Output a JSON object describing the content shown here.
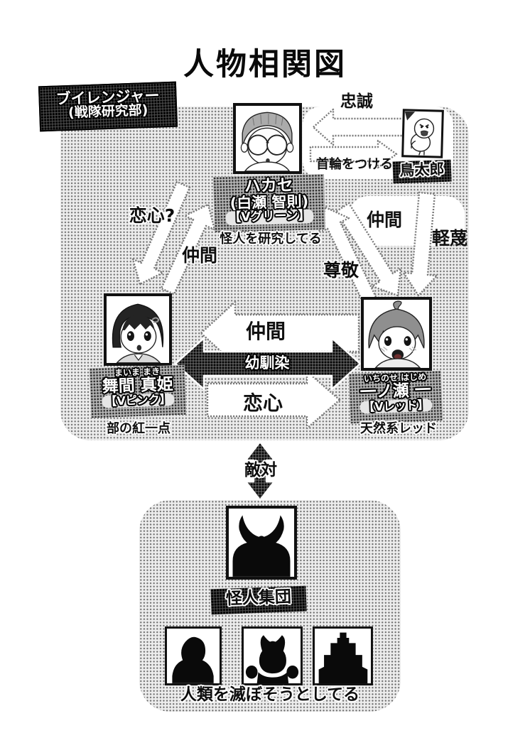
{
  "title": "人物相関図",
  "heroes": {
    "club_name": "ブイレンジャー",
    "club_sub": "(戦隊研究部)",
    "hakase": {
      "name": "ハカセ",
      "real_name": "(白瀬 智則)",
      "rank": "【Vグリーン】",
      "note": "怪人を研究してる"
    },
    "maki": {
      "furigana": "まいま まき",
      "name": "舞間 真姫",
      "rank": "【Vピンク】",
      "note": "部の紅一点"
    },
    "hajime": {
      "furigana": "いちのせ はじめ",
      "name": "一ノ瀬 一",
      "rank": "【Vレッド】",
      "note": "天然系レッド"
    },
    "toritaro": {
      "name": "鳥太郎"
    }
  },
  "relations": {
    "loyalty": {
      "label": "忠誠",
      "from": "鳥太郎",
      "to": "ハカセ"
    },
    "collar": {
      "label": "首輪をつける",
      "from": "ハカセ",
      "to": "鳥太郎"
    },
    "love_maybe": {
      "label": "恋心?",
      "from": "ハカセ",
      "to": "舞間 真姫"
    },
    "comrade_up": {
      "label": "仲間",
      "from": "舞間 真姫",
      "to": "ハカセ"
    },
    "comrade_down": {
      "label": "仲間",
      "from": "ハカセ",
      "to": "一ノ瀬 一"
    },
    "respect": {
      "label": "尊敬",
      "from": "一ノ瀬 一",
      "to": "ハカセ"
    },
    "contempt": {
      "label": "軽蔑",
      "from": "鳥太郎",
      "to": "一ノ瀬 一"
    },
    "comrade_mid": {
      "label": "仲間",
      "from": "一ノ瀬 一",
      "to": "舞間 真姫"
    },
    "childhood_friends": {
      "label": "幼馴染",
      "between": "舞間 真姫 ⇔ 一ノ瀬 一"
    },
    "crush": {
      "label": "恋心",
      "from": "舞間 真姫",
      "to": "一ノ瀬 一"
    },
    "hostility": {
      "label": "敵対",
      "between": "ブイレンジャー ⇔ 怪人集団"
    }
  },
  "villains": {
    "group_name": "怪人集団",
    "note": "人類を滅ぼそうとしてる"
  },
  "colors": {
    "ink": "#111111",
    "paper": "#ffffff",
    "tone_light": "#c9c9c9",
    "tone_dark": "#3c3c3c"
  }
}
